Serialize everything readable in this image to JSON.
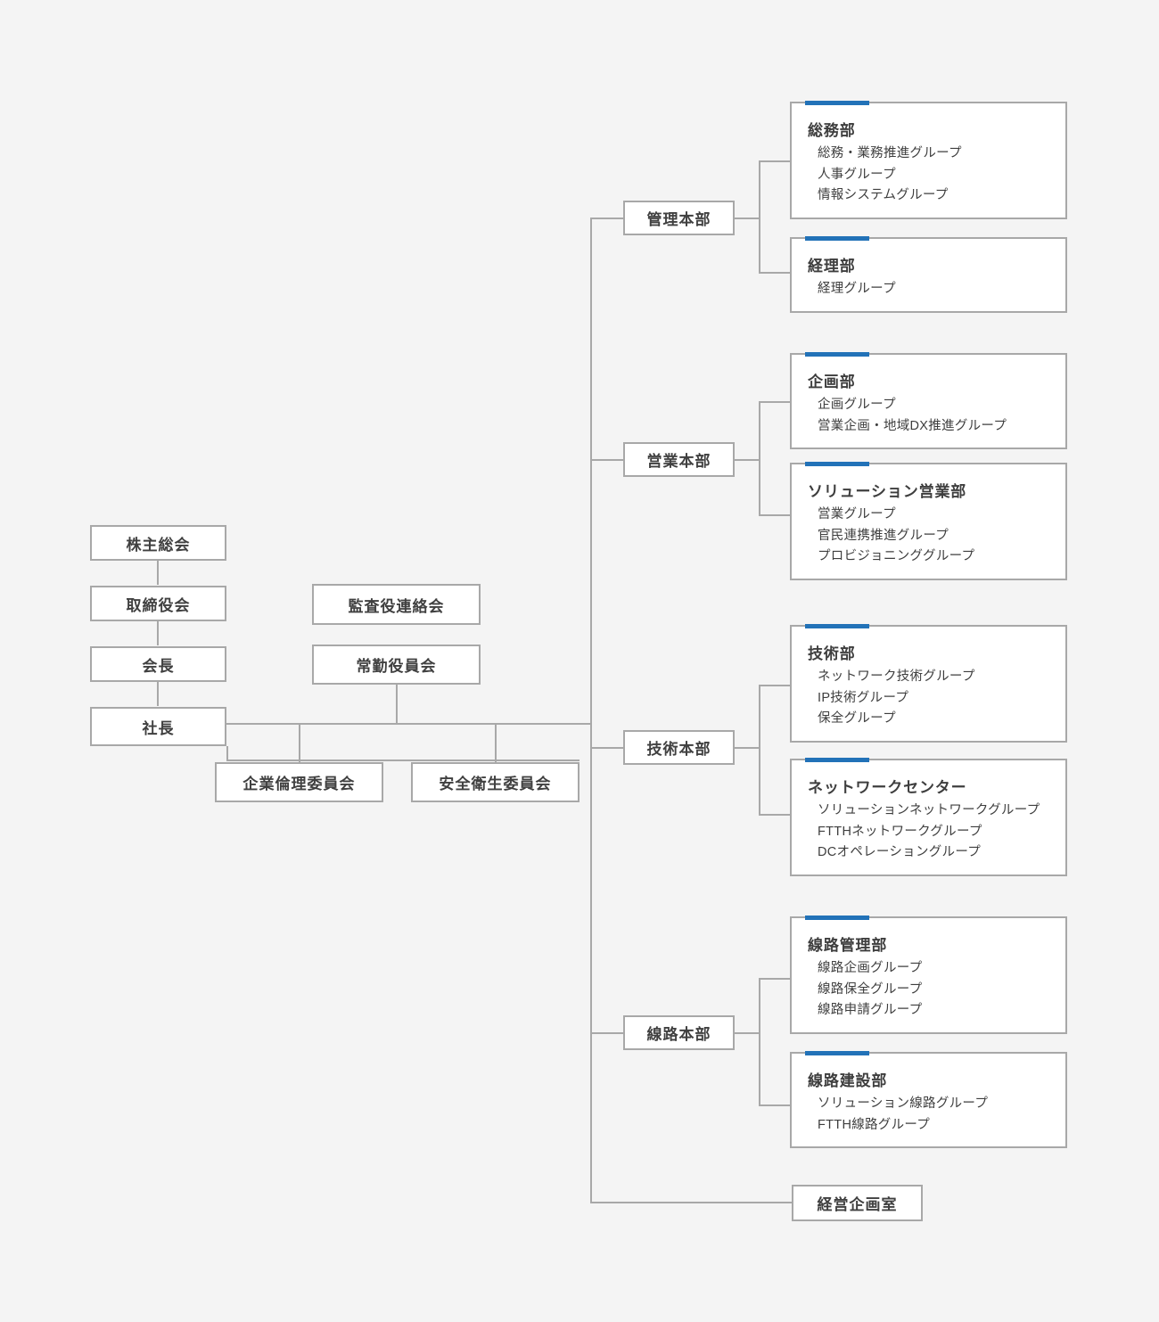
{
  "chart": {
    "type": "org-chart",
    "accent_color": "#2272b8",
    "border_color": "#a8a8a8",
    "background_color": "#f4f4f4",
    "text_color": "#404040"
  },
  "governance": {
    "shareholders_meeting": "株主総会",
    "board_of_directors": "取締役会",
    "chairman": "会長",
    "president": "社長",
    "auditors_liaison": "監査役連絡会",
    "executive_officers": "常勤役員会",
    "ethics_committee": "企業倫理委員会",
    "safety_health_committee": "安全衛生委員会"
  },
  "divisions": [
    {
      "name": "管理本部",
      "departments": [
        {
          "title": "総務部",
          "groups": [
            "総務・業務推進グループ",
            "人事グループ",
            "情報システムグループ"
          ]
        },
        {
          "title": "経理部",
          "groups": [
            "経理グループ"
          ]
        }
      ]
    },
    {
      "name": "営業本部",
      "departments": [
        {
          "title": "企画部",
          "groups": [
            "企画グループ",
            "営業企画・地域DX推進グループ"
          ]
        },
        {
          "title": "ソリューション営業部",
          "groups": [
            "営業グループ",
            "官民連携推進グループ",
            "プロビジョニンググループ"
          ]
        }
      ]
    },
    {
      "name": "技術本部",
      "departments": [
        {
          "title": "技術部",
          "groups": [
            "ネットワーク技術グループ",
            "IP技術グループ",
            "保全グループ"
          ]
        },
        {
          "title": "ネットワークセンター",
          "groups": [
            "ソリューションネットワークグループ",
            "FTTHネットワークグループ",
            "DCオペレーショングループ"
          ]
        }
      ]
    },
    {
      "name": "線路本部",
      "departments": [
        {
          "title": "線路管理部",
          "groups": [
            "線路企画グループ",
            "線路保全グループ",
            "線路申請グループ"
          ]
        },
        {
          "title": "線路建設部",
          "groups": [
            "ソリューション線路グループ",
            "FTTH線路グループ"
          ]
        }
      ]
    }
  ],
  "standalone_office": "経営企画室"
}
